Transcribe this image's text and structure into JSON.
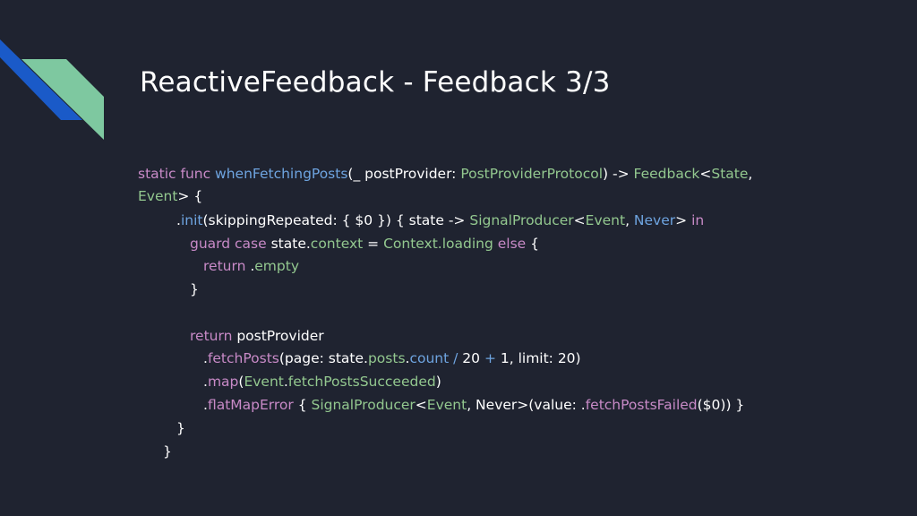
{
  "slide": {
    "title": "ReactiveFeedback - Feedback 3/3",
    "colors": {
      "background": "#1f2330",
      "accent_blue": "#1a5ac8",
      "accent_green": "#7ec8a0",
      "keyword": "#c88ac7",
      "function": "#6ea4e0",
      "type": "#93c88f"
    }
  },
  "code": {
    "lines": [
      {
        "tokens": [
          {
            "t": "static func ",
            "k": "kw"
          },
          {
            "t": "whenFetchingPosts",
            "k": "fn"
          },
          {
            "t": "(_ postProvider: ",
            "k": "plain"
          },
          {
            "t": "PostProviderProtocol",
            "k": "type"
          },
          {
            "t": ") -> ",
            "k": "plain"
          },
          {
            "t": "Feedback",
            "k": "type"
          },
          {
            "t": "<",
            "k": "plain"
          },
          {
            "t": "State",
            "k": "type"
          },
          {
            "t": ",",
            "k": "plain"
          }
        ]
      },
      {
        "tokens": [
          {
            "t": "Event",
            "k": "type"
          },
          {
            "t": "> {",
            "k": "plain"
          }
        ]
      },
      {
        "tokens": [
          {
            "t": ".",
            "k": "plain"
          },
          {
            "t": "init",
            "k": "fn"
          },
          {
            "t": "(skippingRepeated: { $0 }) { state -> ",
            "k": "plain"
          },
          {
            "t": "SignalProducer",
            "k": "type"
          },
          {
            "t": "<",
            "k": "plain"
          },
          {
            "t": "Event",
            "k": "type"
          },
          {
            "t": ", ",
            "k": "plain"
          },
          {
            "t": "Never",
            "k": "fn"
          },
          {
            "t": "> ",
            "k": "plain"
          },
          {
            "t": "in",
            "k": "kw"
          }
        ]
      },
      {
        "tokens": [
          {
            "t": "guard case ",
            "k": "kw"
          },
          {
            "t": "state.",
            "k": "plain"
          },
          {
            "t": "context",
            "k": "type"
          },
          {
            "t": " = ",
            "k": "plain"
          },
          {
            "t": "Context.loading",
            "k": "type"
          },
          {
            "t": " else ",
            "k": "kw"
          },
          {
            "t": "{",
            "k": "plain"
          }
        ]
      },
      {
        "tokens": [
          {
            "t": "return ",
            "k": "kw"
          },
          {
            "t": ".",
            "k": "plain"
          },
          {
            "t": "empty",
            "k": "type"
          }
        ]
      },
      {
        "tokens": [
          {
            "t": "}",
            "k": "plain"
          }
        ]
      },
      {
        "tokens": [
          {
            "t": "return ",
            "k": "kw"
          },
          {
            "t": "postProvider",
            "k": "plain"
          }
        ]
      },
      {
        "tokens": [
          {
            "t": ".",
            "k": "plain"
          },
          {
            "t": "fetchPosts",
            "k": "kw"
          },
          {
            "t": "(page: state.",
            "k": "plain"
          },
          {
            "t": "posts",
            "k": "type"
          },
          {
            "t": ".",
            "k": "plain"
          },
          {
            "t": "count",
            "k": "fn"
          },
          {
            "t": " / ",
            "k": "fn"
          },
          {
            "t": "20 ",
            "k": "plain"
          },
          {
            "t": "+ ",
            "k": "fn"
          },
          {
            "t": "1, limit: 20)",
            "k": "plain"
          }
        ]
      },
      {
        "tokens": [
          {
            "t": ".",
            "k": "plain"
          },
          {
            "t": "map",
            "k": "kw"
          },
          {
            "t": "(",
            "k": "plain"
          },
          {
            "t": "Event",
            "k": "type"
          },
          {
            "t": ".",
            "k": "plain"
          },
          {
            "t": "fetchPostsSucceeded",
            "k": "type"
          },
          {
            "t": ")",
            "k": "plain"
          }
        ]
      },
      {
        "tokens": [
          {
            "t": ".",
            "k": "plain"
          },
          {
            "t": "flatMapError",
            "k": "kw"
          },
          {
            "t": " { ",
            "k": "plain"
          },
          {
            "t": "SignalProducer",
            "k": "type"
          },
          {
            "t": "<",
            "k": "plain"
          },
          {
            "t": "Event",
            "k": "type"
          },
          {
            "t": ", Never>(value: .",
            "k": "plain"
          },
          {
            "t": "fetchPostsFailed",
            "k": "kw"
          },
          {
            "t": "($0)) }",
            "k": "plain"
          }
        ]
      },
      {
        "tokens": [
          {
            "t": "}",
            "k": "plain"
          }
        ]
      },
      {
        "tokens": [
          {
            "t": "}",
            "k": "plain"
          }
        ]
      }
    ]
  }
}
